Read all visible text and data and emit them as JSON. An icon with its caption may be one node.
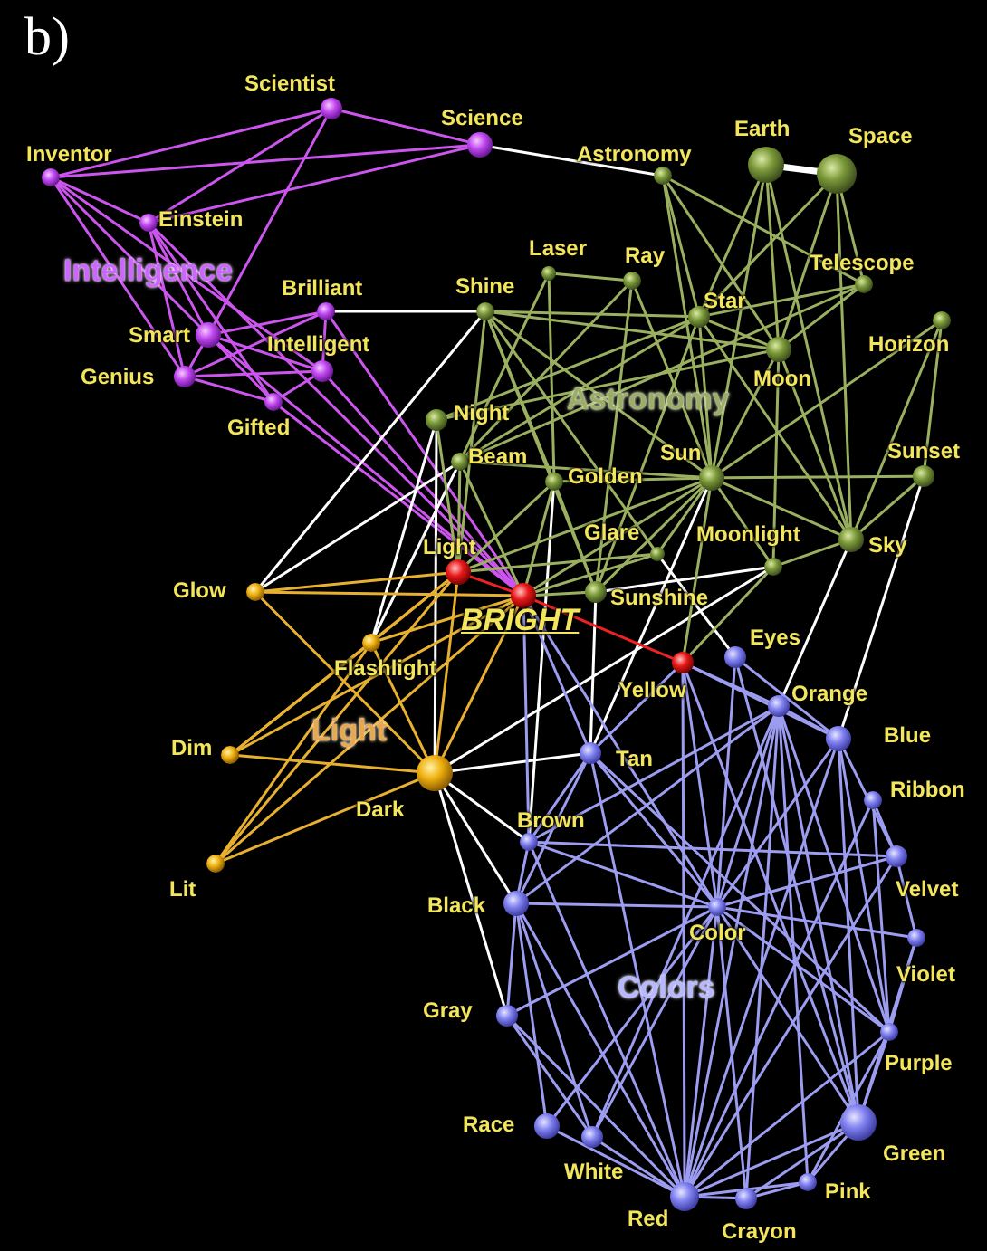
{
  "diagram": {
    "nodes": [
      {
        "text": [
          "Scientist"
        ]
      },
      {
        "text": [
          "Science"
        ]
      },
      {
        "text": [
          "Inventor"
        ]
      },
      {
        "text": [
          "Astronomy"
        ]
      },
      {
        "text": [
          "Earth"
        ]
      },
      {
        "text": [
          "Space"
        ]
      },
      {
        "text": [
          "Einstein"
        ]
      },
      {
        "text": [
          "Laser"
        ]
      },
      {
        "text": [
          "Ray"
        ]
      },
      {
        "text": [
          "Telescope"
        ]
      },
      {
        "text": [
          "Shine"
        ]
      },
      {
        "text": [
          "Brilliant"
        ]
      },
      {
        "text": [
          "Smart"
        ]
      },
      {
        "text": [
          "Star"
        ]
      },
      {
        "text": [
          "Horizon"
        ]
      },
      {
        "text": [
          "Intelligent"
        ]
      },
      {
        "text": [
          "Genius"
        ]
      },
      {
        "text": [
          "Moon"
        ]
      },
      {
        "text": [
          "Gifted"
        ]
      },
      {
        "text": [
          "Night"
        ]
      },
      {
        "text": [
          "Beam"
        ]
      },
      {
        "text": [
          "Golden"
        ]
      },
      {
        "text": [
          "Sun"
        ]
      },
      {
        "text": [
          "Sunset"
        ]
      },
      {
        "text": [
          "Glare"
        ]
      },
      {
        "text": [
          "Moonlight"
        ]
      },
      {
        "text": [
          "Sky"
        ]
      },
      {
        "text": [
          "Light"
        ]
      },
      {
        "text": [
          "Glow"
        ]
      },
      {
        "text": [
          "BRIGHT"
        ]
      },
      {
        "text": [
          "Sunshine"
        ]
      },
      {
        "text": [
          "Flashlight"
        ]
      },
      {
        "text": [
          "Eyes"
        ]
      },
      {
        "text": [
          "Yellow"
        ]
      },
      {
        "text": [
          "Orange"
        ]
      },
      {
        "text": [
          "Blue"
        ]
      },
      {
        "text": [
          "Dim"
        ]
      },
      {
        "text": [
          "Dark"
        ]
      },
      {
        "text": [
          "Tan"
        ]
      },
      {
        "text": [
          "Ribbon"
        ]
      },
      {
        "text": [
          "Brown"
        ]
      },
      {
        "text": [
          "Lit"
        ]
      },
      {
        "text": [
          "Velvet"
        ]
      },
      {
        "text": [
          "Black"
        ]
      },
      {
        "text": [
          "Color"
        ]
      },
      {
        "text": [
          "Violet"
        ]
      },
      {
        "text": [
          "Gray"
        ]
      },
      {
        "text": [
          "Purple"
        ]
      },
      {
        "text": [
          "Race"
        ]
      },
      {
        "text": [
          "Green"
        ]
      },
      {
        "text": [
          "White"
        ]
      },
      {
        "text": [
          "Pink"
        ]
      },
      {
        "text": [
          "Red"
        ]
      },
      {
        "text": [
          "Crayon"
        ]
      }
    ],
    "edges": [
      {
        "from": 0,
        "to": 1,
        "arrow": "none",
        "color": "#cc55ee"
      },
      {
        "from": 0,
        "to": 2,
        "arrow": "none",
        "color": "#cc55ee"
      },
      {
        "from": 0,
        "to": 6,
        "arrow": "none",
        "color": "#cc55ee"
      },
      {
        "from": 0,
        "to": 12,
        "arrow": "none",
        "color": "#cc55ee"
      },
      {
        "from": 2,
        "to": 1,
        "arrow": "none",
        "color": "#cc55ee"
      },
      {
        "from": 6,
        "to": 1,
        "arrow": "none",
        "color": "#cc55ee"
      },
      {
        "from": 2,
        "to": 6,
        "arrow": "none",
        "color": "#cc55ee"
      },
      {
        "from": 2,
        "to": 16,
        "arrow": "none",
        "color": "#cc55ee"
      },
      {
        "from": 2,
        "to": 12,
        "arrow": "none",
        "color": "#cc55ee"
      },
      {
        "from": 2,
        "to": 15,
        "arrow": "none",
        "color": "#cc55ee"
      },
      {
        "from": 6,
        "to": 16,
        "arrow": "none",
        "color": "#cc55ee"
      },
      {
        "from": 6,
        "to": 12,
        "arrow": "none",
        "color": "#cc55ee"
      },
      {
        "from": 6,
        "to": 18,
        "arrow": "none",
        "color": "#cc55ee"
      },
      {
        "from": 12,
        "to": 11,
        "arrow": "none",
        "color": "#cc55ee"
      },
      {
        "from": 12,
        "to": 15,
        "arrow": "none",
        "color": "#cc55ee"
      },
      {
        "from": 12,
        "to": 16,
        "arrow": "none",
        "color": "#cc55ee"
      },
      {
        "from": 12,
        "to": 18,
        "arrow": "none",
        "color": "#cc55ee"
      },
      {
        "from": 16,
        "to": 11,
        "arrow": "none",
        "color": "#cc55ee"
      },
      {
        "from": 16,
        "to": 15,
        "arrow": "none",
        "color": "#cc55ee"
      },
      {
        "from": 16,
        "to": 18,
        "arrow": "none",
        "color": "#cc55ee"
      },
      {
        "from": 18,
        "to": 15,
        "arrow": "none",
        "color": "#cc55ee"
      },
      {
        "from": 11,
        "to": 15,
        "arrow": "none",
        "color": "#cc55ee"
      },
      {
        "from": 6,
        "to": 29,
        "arrow": "none",
        "color": "#cc55ee"
      },
      {
        "from": 11,
        "to": 29,
        "arrow": "none",
        "color": "#cc55ee"
      },
      {
        "from": 15,
        "to": 29,
        "arrow": "none",
        "color": "#cc55ee"
      },
      {
        "from": 12,
        "to": 29,
        "arrow": "none",
        "color": "#cc55ee"
      },
      {
        "from": 18,
        "to": 29,
        "arrow": "none",
        "color": "#cc55ee"
      },
      {
        "from": 1,
        "to": 3,
        "arrow": "none",
        "color": "#ffffff"
      },
      {
        "from": 4,
        "to": 5,
        "arrow": "none",
        "style": "thick",
        "color": "#ffffff"
      },
      {
        "from": 11,
        "to": 10,
        "arrow": "none",
        "color": "#ffffff"
      },
      {
        "from": 28,
        "to": 10,
        "arrow": "none",
        "color": "#ffffff"
      },
      {
        "from": 28,
        "to": 20,
        "arrow": "none",
        "color": "#ffffff"
      },
      {
        "from": 19,
        "to": 37,
        "arrow": "none",
        "color": "#ffffff"
      },
      {
        "from": 31,
        "to": 19,
        "arrow": "none",
        "color": "#ffffff"
      },
      {
        "from": 31,
        "to": 20,
        "arrow": "none",
        "color": "#ffffff"
      },
      {
        "from": 21,
        "to": 40,
        "arrow": "none",
        "color": "#ffffff"
      },
      {
        "from": 30,
        "to": 38,
        "arrow": "none",
        "color": "#ffffff"
      },
      {
        "from": 37,
        "to": 38,
        "arrow": "none",
        "color": "#ffffff"
      },
      {
        "from": 37,
        "to": 25,
        "arrow": "none",
        "color": "#ffffff"
      },
      {
        "from": 37,
        "to": 40,
        "arrow": "none",
        "color": "#ffffff"
      },
      {
        "from": 37,
        "to": 43,
        "arrow": "none",
        "color": "#ffffff"
      },
      {
        "from": 37,
        "to": 46,
        "arrow": "none",
        "color": "#ffffff"
      },
      {
        "from": 26,
        "to": 34,
        "arrow": "none",
        "color": "#ffffff"
      },
      {
        "from": 23,
        "to": 35,
        "arrow": "none",
        "color": "#ffffff"
      },
      {
        "from": 30,
        "to": 25,
        "arrow": "none",
        "color": "#ffffff"
      },
      {
        "from": 24,
        "to": 32,
        "arrow": "none",
        "color": "#ffffff"
      },
      {
        "from": 38,
        "to": 22,
        "arrow": "none",
        "color": "#ffffff"
      },
      {
        "from": 27,
        "to": 29,
        "arrow": "none",
        "color": "#ee2222"
      },
      {
        "from": 29,
        "to": 33,
        "arrow": "none",
        "color": "#ee2222"
      },
      {
        "from": 28,
        "to": 27,
        "arrow": "none",
        "color": "#e8b030"
      },
      {
        "from": 28,
        "to": 29,
        "arrow": "none",
        "color": "#e8b030"
      },
      {
        "from": 28,
        "to": 37,
        "arrow": "none",
        "color": "#e8b030"
      },
      {
        "from": 31,
        "to": 27,
        "arrow": "none",
        "color": "#e8b030"
      },
      {
        "from": 31,
        "to": 29,
        "arrow": "none",
        "color": "#e8b030"
      },
      {
        "from": 31,
        "to": 37,
        "arrow": "none",
        "color": "#e8b030"
      },
      {
        "from": 36,
        "to": 27,
        "arrow": "none",
        "color": "#e8b030"
      },
      {
        "from": 36,
        "to": 29,
        "arrow": "none",
        "color": "#e8b030"
      },
      {
        "from": 36,
        "to": 37,
        "arrow": "none",
        "color": "#e8b030"
      },
      {
        "from": 36,
        "to": 31,
        "arrow": "none",
        "color": "#e8b030"
      },
      {
        "from": 41,
        "to": 37,
        "arrow": "none",
        "color": "#e8b030"
      },
      {
        "from": 41,
        "to": 27,
        "arrow": "none",
        "color": "#e8b030"
      },
      {
        "from": 41,
        "to": 29,
        "arrow": "none",
        "color": "#e8b030"
      },
      {
        "from": 41,
        "to": 31,
        "arrow": "none",
        "color": "#e8b030"
      },
      {
        "from": 37,
        "to": 27,
        "arrow": "none",
        "color": "#e8b030"
      },
      {
        "from": 37,
        "to": 29,
        "arrow": "none",
        "color": "#e8b030"
      },
      {
        "from": 3,
        "to": 13,
        "arrow": "none",
        "color": "#9ab060"
      },
      {
        "from": 3,
        "to": 17,
        "arrow": "none",
        "color": "#9ab060"
      },
      {
        "from": 3,
        "to": 9,
        "arrow": "none",
        "color": "#9ab060"
      },
      {
        "from": 3,
        "to": 22,
        "arrow": "none",
        "color": "#9ab060"
      },
      {
        "from": 4,
        "to": 13,
        "arrow": "none",
        "color": "#9ab060"
      },
      {
        "from": 4,
        "to": 17,
        "arrow": "none",
        "color": "#9ab060"
      },
      {
        "from": 4,
        "to": 22,
        "arrow": "none",
        "color": "#9ab060"
      },
      {
        "from": 4,
        "to": 26,
        "arrow": "none",
        "color": "#9ab060"
      },
      {
        "from": 5,
        "to": 13,
        "arrow": "none",
        "color": "#9ab060"
      },
      {
        "from": 5,
        "to": 17,
        "arrow": "none",
        "color": "#9ab060"
      },
      {
        "from": 5,
        "to": 9,
        "arrow": "none",
        "color": "#9ab060"
      },
      {
        "from": 5,
        "to": 26,
        "arrow": "none",
        "color": "#9ab060"
      },
      {
        "from": 7,
        "to": 8,
        "arrow": "none",
        "color": "#9ab060"
      },
      {
        "from": 7,
        "to": 20,
        "arrow": "none",
        "color": "#9ab060"
      },
      {
        "from": 7,
        "to": 21,
        "arrow": "none",
        "color": "#9ab060"
      },
      {
        "from": 8,
        "to": 20,
        "arrow": "none",
        "color": "#9ab060"
      },
      {
        "from": 8,
        "to": 22,
        "arrow": "none",
        "color": "#9ab060"
      },
      {
        "from": 8,
        "to": 30,
        "arrow": "none",
        "color": "#9ab060"
      },
      {
        "from": 10,
        "to": 13,
        "arrow": "none",
        "color": "#9ab060"
      },
      {
        "from": 10,
        "to": 22,
        "arrow": "none",
        "color": "#9ab060"
      },
      {
        "from": 10,
        "to": 30,
        "arrow": "none",
        "color": "#9ab060"
      },
      {
        "from": 10,
        "to": 21,
        "arrow": "none",
        "color": "#9ab060"
      },
      {
        "from": 10,
        "to": 24,
        "arrow": "none",
        "color": "#9ab060"
      },
      {
        "from": 10,
        "to": 27,
        "arrow": "none",
        "color": "#9ab060"
      },
      {
        "from": 10,
        "to": 17,
        "arrow": "none",
        "color": "#9ab060"
      },
      {
        "from": 13,
        "to": 17,
        "arrow": "none",
        "color": "#9ab060"
      },
      {
        "from": 13,
        "to": 22,
        "arrow": "none",
        "color": "#9ab060"
      },
      {
        "from": 13,
        "to": 9,
        "arrow": "none",
        "color": "#9ab060"
      },
      {
        "from": 13,
        "to": 26,
        "arrow": "none",
        "color": "#9ab060"
      },
      {
        "from": 13,
        "to": 30,
        "arrow": "none",
        "color": "#9ab060"
      },
      {
        "from": 13,
        "to": 19,
        "arrow": "none",
        "color": "#9ab060"
      },
      {
        "from": 13,
        "to": 20,
        "arrow": "none",
        "color": "#9ab060"
      },
      {
        "from": 9,
        "to": 17,
        "arrow": "none",
        "color": "#9ab060"
      },
      {
        "from": 9,
        "to": 20,
        "arrow": "none",
        "color": "#9ab060"
      },
      {
        "from": 17,
        "to": 22,
        "arrow": "none",
        "color": "#9ab060"
      },
      {
        "from": 17,
        "to": 25,
        "arrow": "none",
        "color": "#9ab060"
      },
      {
        "from": 17,
        "to": 26,
        "arrow": "none",
        "color": "#9ab060"
      },
      {
        "from": 17,
        "to": 19,
        "arrow": "none",
        "color": "#9ab060"
      },
      {
        "from": 14,
        "to": 23,
        "arrow": "none",
        "color": "#9ab060"
      },
      {
        "from": 14,
        "to": 26,
        "arrow": "none",
        "color": "#9ab060"
      },
      {
        "from": 14,
        "to": 22,
        "arrow": "none",
        "color": "#9ab060"
      },
      {
        "from": 22,
        "to": 23,
        "arrow": "none",
        "color": "#9ab060"
      },
      {
        "from": 22,
        "to": 26,
        "arrow": "none",
        "color": "#9ab060"
      },
      {
        "from": 22,
        "to": 21,
        "arrow": "none",
        "color": "#9ab060"
      },
      {
        "from": 22,
        "to": 30,
        "arrow": "none",
        "color": "#9ab060"
      },
      {
        "from": 22,
        "to": 25,
        "arrow": "none",
        "color": "#9ab060"
      },
      {
        "from": 22,
        "to": 24,
        "arrow": "none",
        "color": "#9ab060"
      },
      {
        "from": 22,
        "to": 20,
        "arrow": "none",
        "color": "#9ab060"
      },
      {
        "from": 22,
        "to": 27,
        "arrow": "none",
        "color": "#9ab060"
      },
      {
        "from": 22,
        "to": 29,
        "arrow": "none",
        "color": "#9ab060"
      },
      {
        "from": 22,
        "to": 33,
        "arrow": "none",
        "color": "#9ab060"
      },
      {
        "from": 23,
        "to": 26,
        "arrow": "none",
        "color": "#9ab060"
      },
      {
        "from": 21,
        "to": 27,
        "arrow": "none",
        "color": "#9ab060"
      },
      {
        "from": 21,
        "to": 29,
        "arrow": "none",
        "color": "#9ab060"
      },
      {
        "from": 21,
        "to": 30,
        "arrow": "none",
        "color": "#9ab060"
      },
      {
        "from": 24,
        "to": 29,
        "arrow": "none",
        "color": "#9ab060"
      },
      {
        "from": 24,
        "to": 27,
        "arrow": "none",
        "color": "#9ab060"
      },
      {
        "from": 20,
        "to": 27,
        "arrow": "none",
        "color": "#9ab060"
      },
      {
        "from": 20,
        "to": 29,
        "arrow": "none",
        "color": "#9ab060"
      },
      {
        "from": 30,
        "to": 29,
        "arrow": "none",
        "color": "#9ab060"
      },
      {
        "from": 25,
        "to": 26,
        "arrow": "none",
        "color": "#9ab060"
      },
      {
        "from": 25,
        "to": 33,
        "arrow": "none",
        "color": "#9ab060"
      },
      {
        "from": 19,
        "to": 27,
        "arrow": "none",
        "color": "#9ab060"
      },
      {
        "from": 33,
        "to": 44,
        "arrow": "none"
      },
      {
        "from": 33,
        "to": 34,
        "arrow": "none"
      },
      {
        "from": 33,
        "to": 35,
        "arrow": "none"
      },
      {
        "from": 33,
        "to": 49,
        "arrow": "none"
      },
      {
        "from": 33,
        "to": 52,
        "arrow": "none"
      },
      {
        "from": 33,
        "to": 38,
        "arrow": "none"
      },
      {
        "from": 29,
        "to": 38,
        "arrow": "none"
      },
      {
        "from": 29,
        "to": 44,
        "arrow": "none"
      },
      {
        "from": 29,
        "to": 40,
        "arrow": "none"
      },
      {
        "from": 34,
        "to": 44,
        "arrow": "none"
      },
      {
        "from": 34,
        "to": 52,
        "arrow": "none"
      },
      {
        "from": 34,
        "to": 49,
        "arrow": "none"
      },
      {
        "from": 34,
        "to": 51,
        "arrow": "none"
      },
      {
        "from": 34,
        "to": 53,
        "arrow": "none"
      },
      {
        "from": 34,
        "to": 50,
        "arrow": "none"
      },
      {
        "from": 34,
        "to": 47,
        "arrow": "none"
      },
      {
        "from": 34,
        "to": 40,
        "arrow": "none"
      },
      {
        "from": 34,
        "to": 43,
        "arrow": "none"
      },
      {
        "from": 34,
        "to": 35,
        "arrow": "none"
      },
      {
        "from": 32,
        "to": 44,
        "arrow": "none"
      },
      {
        "from": 32,
        "to": 35,
        "arrow": "none"
      },
      {
        "from": 32,
        "to": 49,
        "arrow": "none"
      },
      {
        "from": 35,
        "to": 44,
        "arrow": "none"
      },
      {
        "from": 35,
        "to": 52,
        "arrow": "none"
      },
      {
        "from": 35,
        "to": 49,
        "arrow": "none"
      },
      {
        "from": 35,
        "to": 47,
        "arrow": "none"
      },
      {
        "from": 35,
        "to": 42,
        "arrow": "none"
      },
      {
        "from": 39,
        "to": 52,
        "arrow": "none"
      },
      {
        "from": 39,
        "to": 47,
        "arrow": "none"
      },
      {
        "from": 39,
        "to": 42,
        "arrow": "none"
      },
      {
        "from": 42,
        "to": 45,
        "arrow": "none"
      },
      {
        "from": 42,
        "to": 44,
        "arrow": "none"
      },
      {
        "from": 42,
        "to": 52,
        "arrow": "none"
      },
      {
        "from": 45,
        "to": 47,
        "arrow": "none"
      },
      {
        "from": 45,
        "to": 44,
        "arrow": "none"
      },
      {
        "from": 45,
        "to": 49,
        "arrow": "none"
      },
      {
        "from": 47,
        "to": 44,
        "arrow": "none"
      },
      {
        "from": 47,
        "to": 49,
        "arrow": "none"
      },
      {
        "from": 47,
        "to": 52,
        "arrow": "none"
      },
      {
        "from": 47,
        "to": 51,
        "arrow": "none"
      },
      {
        "from": 49,
        "to": 52,
        "arrow": "none"
      },
      {
        "from": 49,
        "to": 53,
        "arrow": "none"
      },
      {
        "from": 49,
        "to": 51,
        "arrow": "none"
      },
      {
        "from": 49,
        "to": 44,
        "arrow": "none"
      },
      {
        "from": 51,
        "to": 52,
        "arrow": "none"
      },
      {
        "from": 51,
        "to": 53,
        "arrow": "none"
      },
      {
        "from": 53,
        "to": 52,
        "arrow": "none"
      },
      {
        "from": 53,
        "to": 44,
        "arrow": "none"
      },
      {
        "from": 52,
        "to": 50,
        "arrow": "none"
      },
      {
        "from": 52,
        "to": 44,
        "arrow": "none"
      },
      {
        "from": 52,
        "to": 48,
        "arrow": "none"
      },
      {
        "from": 52,
        "to": 43,
        "arrow": "none"
      },
      {
        "from": 52,
        "to": 46,
        "arrow": "none"
      },
      {
        "from": 52,
        "to": 40,
        "arrow": "none"
      },
      {
        "from": 50,
        "to": 43,
        "arrow": "none"
      },
      {
        "from": 50,
        "to": 44,
        "arrow": "none"
      },
      {
        "from": 50,
        "to": 46,
        "arrow": "none"
      },
      {
        "from": 48,
        "to": 43,
        "arrow": "none"
      },
      {
        "from": 48,
        "to": 44,
        "arrow": "none"
      },
      {
        "from": 46,
        "to": 43,
        "arrow": "none"
      },
      {
        "from": 46,
        "to": 44,
        "arrow": "none"
      },
      {
        "from": 43,
        "to": 40,
        "arrow": "none"
      },
      {
        "from": 43,
        "to": 44,
        "arrow": "none"
      },
      {
        "from": 43,
        "to": 38,
        "arrow": "none"
      },
      {
        "from": 40,
        "to": 38,
        "arrow": "none"
      },
      {
        "from": 40,
        "to": 44,
        "arrow": "none"
      },
      {
        "from": 40,
        "to": 42,
        "arrow": "none"
      },
      {
        "from": 38,
        "to": 44,
        "arrow": "none"
      },
      {
        "from": 38,
        "to": 52,
        "arrow": "none"
      },
      {
        "from": 38,
        "to": 47,
        "arrow": "none"
      }
    ],
    "labels": [
      "b)",
      "Intelligence",
      "Astronomy",
      "Light",
      "Colors"
    ]
  }
}
